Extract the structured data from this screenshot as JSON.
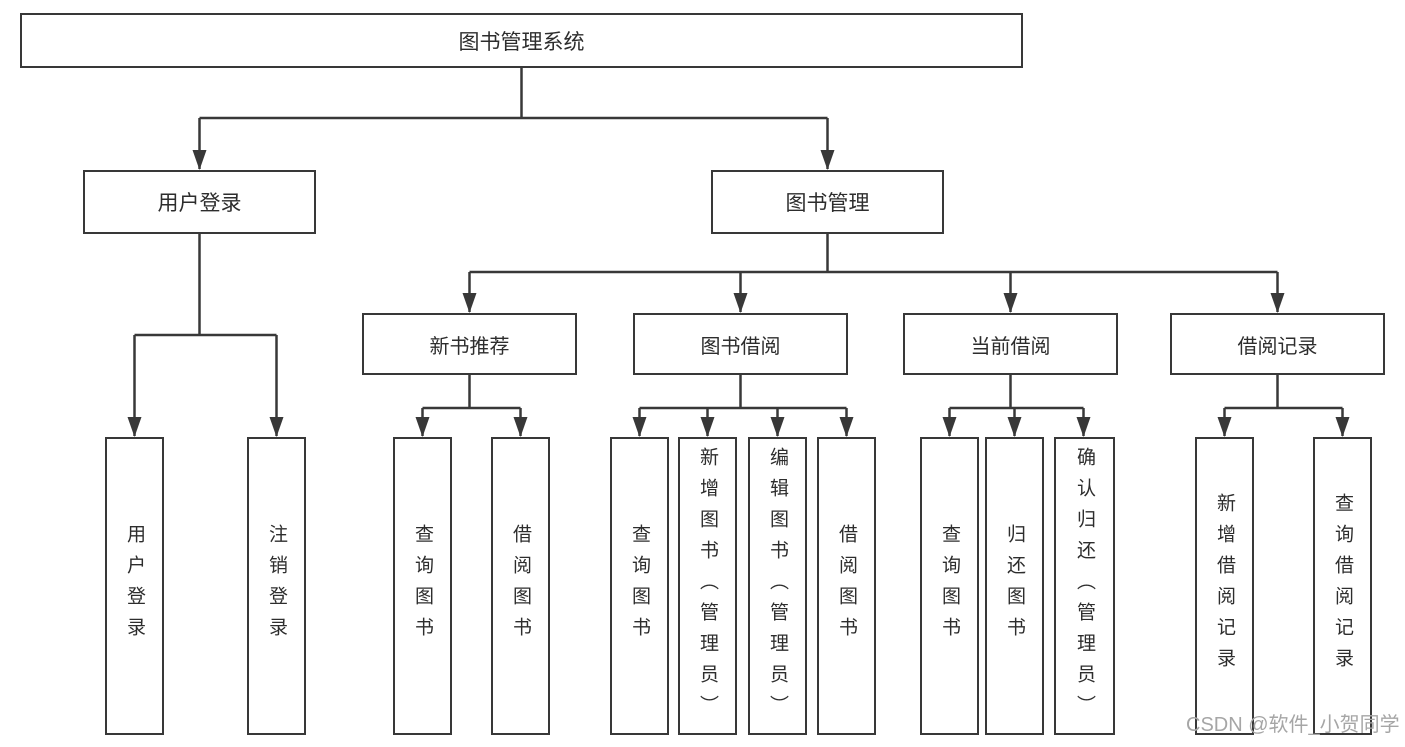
{
  "nodes": {
    "root": {
      "label": "图书管理系统"
    },
    "level2": [
      {
        "label": "用户登录"
      },
      {
        "label": "图书管理"
      }
    ],
    "level3": [
      {
        "label": "新书推荐"
      },
      {
        "label": "图书借阅"
      },
      {
        "label": "当前借阅"
      },
      {
        "label": "借阅记录"
      }
    ],
    "leaves": [
      {
        "label": "用户登录"
      },
      {
        "label": "注销登录"
      },
      {
        "label": "查询图书"
      },
      {
        "label": "借阅图书"
      },
      {
        "label": "查询图书"
      },
      {
        "label": "新增图书（管理员）"
      },
      {
        "label": "编辑图书（管理员）"
      },
      {
        "label": "借阅图书"
      },
      {
        "label": "查询图书"
      },
      {
        "label": "归还图书"
      },
      {
        "label": "确认归还（管理员）"
      },
      {
        "label": "新增借阅记录"
      },
      {
        "label": "查询借阅记录"
      }
    ]
  },
  "watermark": "CSDN @软件_小贺同学",
  "colors": {
    "line": "#383838",
    "box_border": "#383838",
    "text": "#2d2d2d",
    "watermark_text": "#a6a6a6",
    "background": "#ffffff"
  }
}
